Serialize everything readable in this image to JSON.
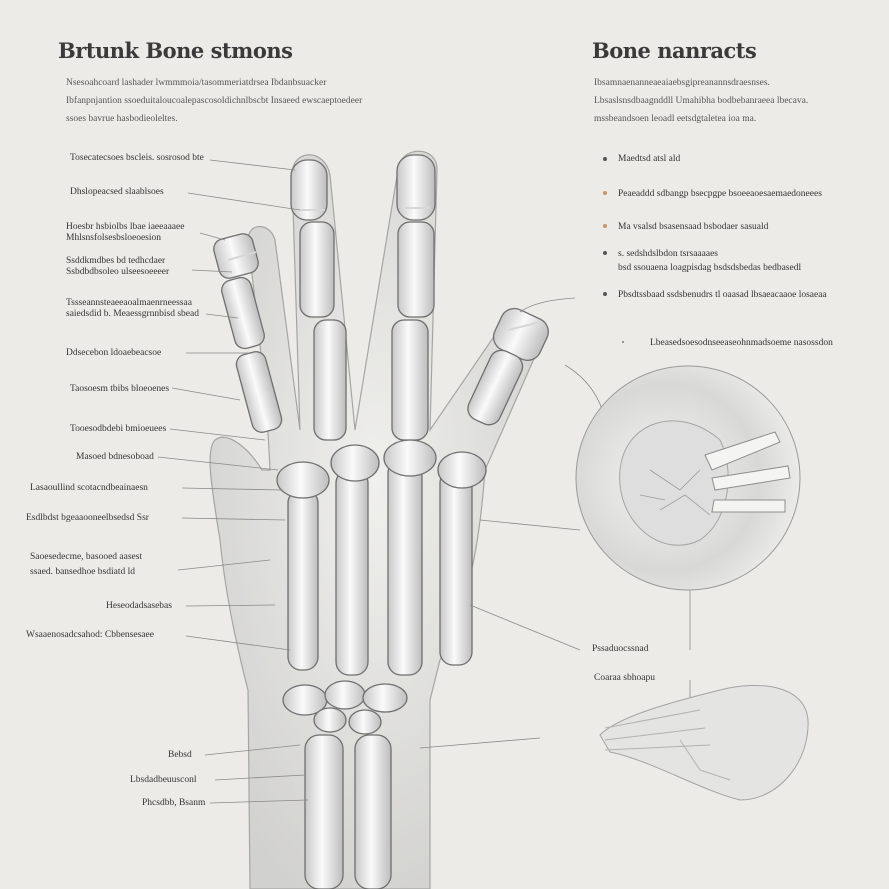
{
  "left_panel": {
    "title": "Brtunk Bone stmons",
    "intro_lines": [
      "Nsesoahcoard lashader lwmmmoia/tasommeriatdrsea Ibdanbsuacker",
      "Ibfanpnjantion ssoeduitaloucoalepascosoldichnlbscbt Insaeed ewscaeptoedeer",
      "ssoes bavrue hasbodieoleltes."
    ],
    "labels": [
      [
        "Tosecatecsoes bscleis. sosrosod bte"
      ],
      [
        "Dhslopeacsed slaablsoes"
      ],
      [
        "Hoesbr hsbiolbs lbae iaeeaaaee",
        "Mhlsnsfolsesbsloeoesion"
      ],
      [
        "Ssddkmdbes bd tedhcdaer",
        "Ssbdbdbsoleo ulseesoeeeer"
      ],
      [
        "Tssseannsteaeeaoalmaenrneessaa",
        "saiedsdid b. Meaessgrnnbisd sbead"
      ],
      [
        "Ddsecebon ldoaebeacsoe"
      ],
      [
        "Taosoesm tbibs bloeoenes"
      ],
      [
        "Tooesodbdebi bmioeuees"
      ],
      [
        "Masoed bdnesoboad"
      ],
      [
        "Lasaoullind scotacndbeainaesn"
      ],
      [
        "Esdlbdst bgeaaooneelbsedsd Ssr"
      ],
      [
        "Saoesedecme, basooed aasest",
        "ssaed. bansedhoe bsdiatd ld"
      ],
      [
        "Heseodadsasebas"
      ],
      [
        "Wsaaenosadcsahod: Cbbensesaee"
      ],
      [
        "Bebsd"
      ],
      [
        "Lbsdadbeuusconl"
      ],
      [
        "Phcsdbb, Bsanm"
      ]
    ]
  },
  "right_panel": {
    "title": "Bone nanracts",
    "intro_lines": [
      "Ibsamnaenanneaeaiaebsgipreanannsdraesnses.",
      "Lbsaslsnsdbaagnddll Umahibha bodbebanraeea lbecava.",
      "mssbeandsoen leoadl eetsdgtaletea ioa ma."
    ],
    "bullets": [
      {
        "color": "#555555",
        "lines": [
          "Maedtsd atsl ald"
        ]
      },
      {
        "color": "#c9956a",
        "lines": [
          "Peaeaddd sdbangp bsecpgpe bsoeeaoesaemaedoneees"
        ]
      },
      {
        "color": "#c9956a",
        "lines": [
          "Ma vsalsd bsasensaad bsbodaer sasuald"
        ]
      },
      {
        "color": "#555555",
        "lines": [
          "s. sedshdslbdon tsrsaaaaes",
          "bsd ssouaena loagpisdag bsdsdsbedas bedbasedl"
        ]
      },
      {
        "color": "#555555",
        "lines": [
          "Pbsdtssbaad ssdsbenudrs tl oaasad lbsaeacaaoe losaeaa"
        ]
      }
    ],
    "note": "Lbeasedsoesodnseeaseohnmadsoeme nasossdon",
    "labels": [
      "Pssaduocssnad",
      "Coaraa sbhoapu"
    ]
  }
}
